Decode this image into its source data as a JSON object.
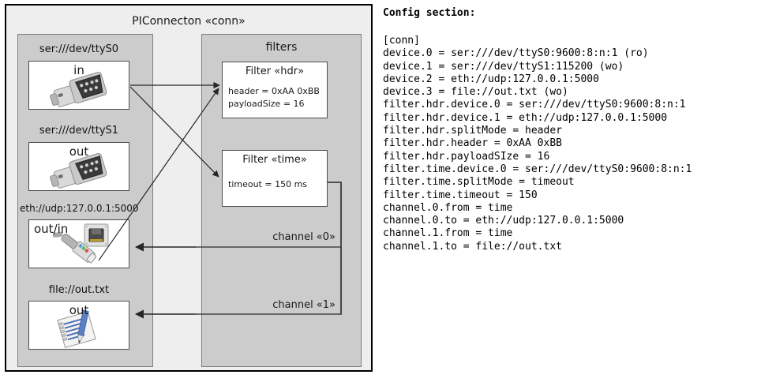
{
  "diagram": {
    "title": "PIConnecton «conn»",
    "devices_panel": {
      "title": "",
      "items": [
        {
          "label": "ser:///dev/ttyS0",
          "direction": "in",
          "icon": "serial-db9-icon"
        },
        {
          "label": "ser:///dev/ttyS1",
          "direction": "out",
          "icon": "serial-db9-icon"
        },
        {
          "label": "eth://udp:127.0.0.1:5000",
          "direction": "out/in",
          "icon": "ethernet-jack-icon"
        },
        {
          "label": "file://out.txt",
          "direction": "out",
          "icon": "text-document-pen-icon"
        }
      ]
    },
    "filters_panel": {
      "title": "filters",
      "filters": [
        {
          "title": "Filter «hdr»",
          "attrs": [
            "header = 0xAA 0xBB",
            "payloadSize = 16"
          ]
        },
        {
          "title": "Filter «time»",
          "attrs": [
            "timeout = 150 ms"
          ]
        }
      ]
    },
    "channels": [
      {
        "label": "channel «0»"
      },
      {
        "label": "channel «1»"
      }
    ]
  },
  "config": {
    "heading": "Config section:",
    "lines": [
      "[conn]",
      "device.0 = ser:///dev/ttyS0:9600:8:n:1 (ro)",
      "device.1 = ser:///dev/ttyS1:115200 (wo)",
      "device.2 = eth://udp:127.0.0.1:5000",
      "device.3 = file://out.txt (wo)",
      "filter.hdr.device.0 = ser:///dev/ttyS0:9600:8:n:1",
      "filter.hdr.device.1 = eth://udp:127.0.0.1:5000",
      "filter.hdr.splitMode = header",
      "filter.hdr.header = 0xAA 0xBB",
      "filter.hdr.payloadSIze = 16",
      "filter.time.device.0 = ser:///dev/ttyS0:9600:8:n:1",
      "filter.time.splitMode = timeout",
      "filter.time.timeout = 150",
      "channel.0.from = time",
      "channel.0.to = eth://udp:127.0.0.1:5000",
      "channel.1.from = time",
      "channel.1.to = file://out.txt"
    ]
  },
  "colors": {
    "frame_border": "#000000",
    "frame_fill": "#eeeeee",
    "panel_fill": "#cccccc",
    "panel_border": "#808080",
    "box_fill": "#ffffff",
    "box_border": "#4d4d4d",
    "connector": "#262626"
  }
}
